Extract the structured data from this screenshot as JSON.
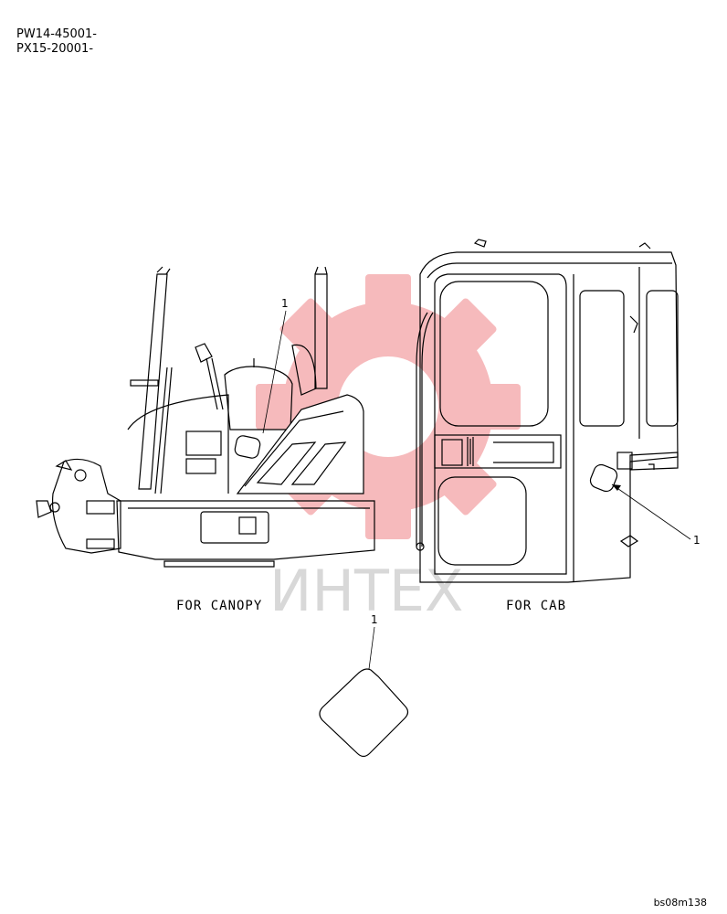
{
  "header": {
    "serial_1": "PW14-45001-",
    "serial_2": "PX15-20001-"
  },
  "captions": {
    "canopy": "FOR CANOPY",
    "cab": "FOR CAB"
  },
  "callouts": {
    "canopy_label": "1",
    "cab_label": "1",
    "detail_label": "1"
  },
  "watermark": {
    "text": "ИНТЕХ",
    "gear_color": "#f4a3a6",
    "text_color": "#d8d8d8"
  },
  "footer": {
    "drawing_code": "bs08m138"
  }
}
